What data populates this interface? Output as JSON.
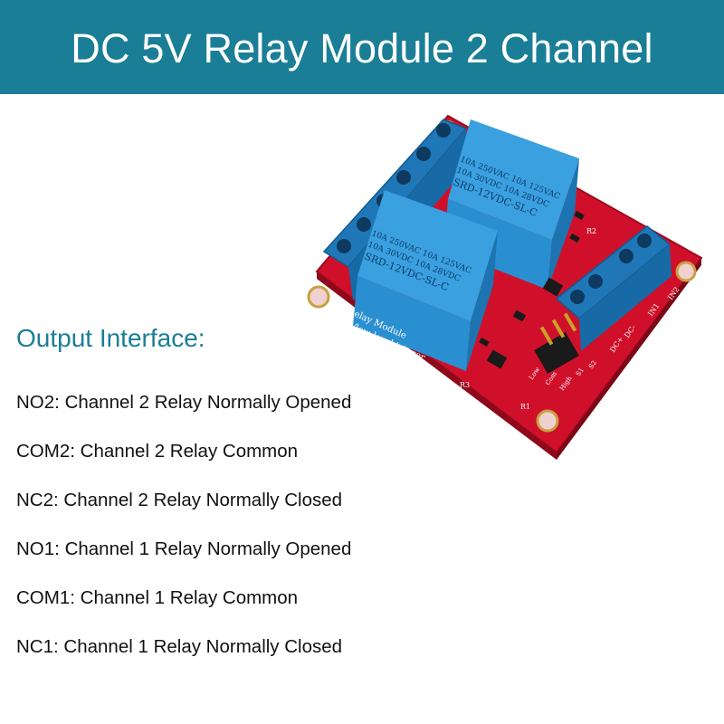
{
  "header": {
    "title": "DC 5V Relay Module 2 Channel",
    "color": "#1a7e96"
  },
  "section": {
    "title": "Output Interface:"
  },
  "outputs": [
    {
      "pin": "NO2",
      "description": "Channel 2 Relay Normally Opened"
    },
    {
      "pin": "COM2",
      "description": "Channel 2 Relay Common"
    },
    {
      "pin": "NC2",
      "description": "Channel 2 Relay Normally Closed"
    },
    {
      "pin": "NO1",
      "description": "Channel 1 Relay Normally Opened"
    },
    {
      "pin": "COM1",
      "description": "Channel 1 Relay Common"
    },
    {
      "pin": "NC1",
      "description": "Channel 1 Relay Normally Closed"
    }
  ],
  "product": {
    "relay_top": {
      "line1": "10A 250VAC  10A 125VAC",
      "line2": "10A 30VDC  10A 28VDC",
      "line3": "SRD-12VDC-SL-C"
    },
    "relay_bottom": {
      "line1": "10A 250VAC  10A 125VAC",
      "line2": "10A 30VDC  10A 28VDC",
      "line3": "SRD-12VDC-SL-C"
    },
    "board_label_1": "2 Relay Module",
    "board_label_2": "high/low level trigger",
    "input_labels": [
      "DC+",
      "DC-",
      "IN1",
      "IN2"
    ],
    "jumper_labels": [
      "Low",
      "Com",
      "High",
      "S1",
      "S2"
    ],
    "part_labels": [
      "R3",
      "R1",
      "R2"
    ],
    "pcb_color": "#d0102a",
    "relay_color": "#2a8fd0",
    "terminal_color": "#1f77b7"
  }
}
